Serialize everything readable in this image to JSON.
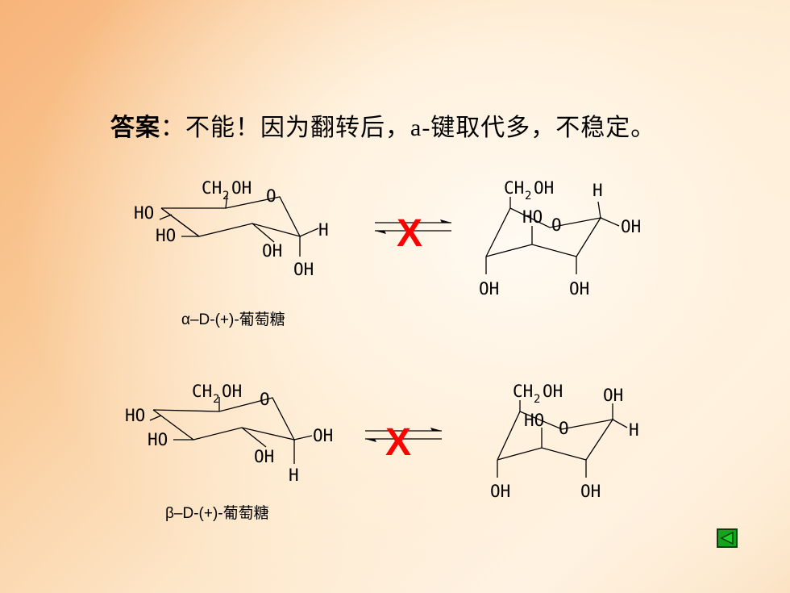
{
  "headline": {
    "prefix": "答案",
    "body": "：不能！因为翻转后，a-键取代多，不稳定。"
  },
  "reactions": [
    {
      "left": {
        "labels": {
          "ch2": "CH",
          "sub2": "2",
          "oh": "OH",
          "ring_o": "O",
          "ho1": "HO",
          "ho2": "HO",
          "oh_mid": "OH",
          "h": "H",
          "oh_down": "OH"
        },
        "caption": "α–D-(+)-葡萄糖"
      },
      "right": {
        "labels": {
          "ch2": "CH",
          "sub2": "2",
          "oh": "OH",
          "h_top": "H",
          "ho": "HO",
          "ring_o": "O",
          "oh_right": "OH",
          "oh_bl": "OH",
          "oh_br": "OH"
        }
      },
      "cross": "X"
    },
    {
      "left": {
        "labels": {
          "ch2": "CH",
          "sub2": "2",
          "oh": "OH",
          "ring_o": "O",
          "ho1": "HO",
          "ho2": "HO",
          "oh_right": "OH",
          "oh_mid": "OH",
          "h_down": "H"
        },
        "caption": "β–D-(+)-葡萄糖"
      },
      "right": {
        "labels": {
          "ch2": "CH",
          "sub2": "2",
          "oh": "OH",
          "oh_top": "OH",
          "ho": "HO",
          "ring_o": "O",
          "h_right": "H",
          "oh_bl": "OH",
          "oh_br": "OH"
        }
      },
      "cross": "X"
    }
  ],
  "colors": {
    "cross": "#ff0000",
    "button": "#14a31c"
  },
  "nav": {
    "back_icon": "triangle-left-icon"
  }
}
